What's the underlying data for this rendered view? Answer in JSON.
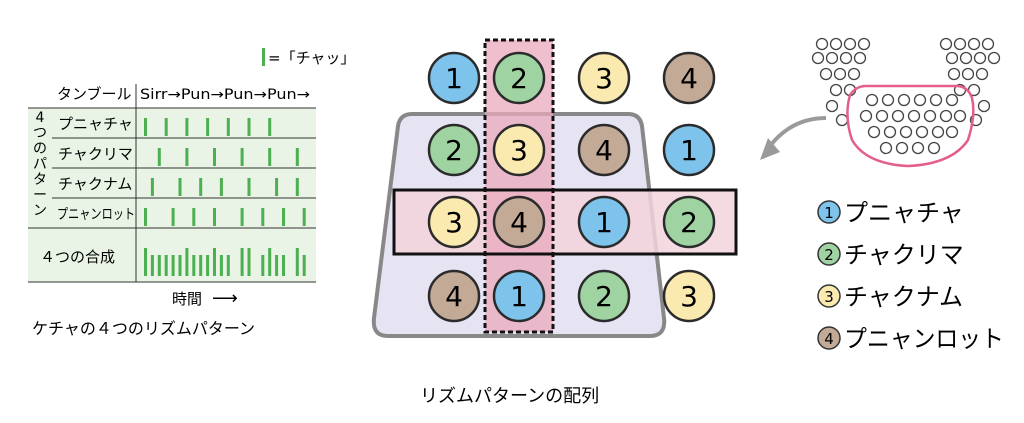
{
  "colors": {
    "blue": "#7ec3eb",
    "green": "#9fd3a2",
    "yellow": "#fbeab0",
    "brown": "#c3aa97",
    "beat": "#4caf50",
    "highlight_row": "#f2d3dc",
    "highlight_col": "#e9a9bc",
    "trapezoid": "#e6e3f3",
    "table_bg": "#e9f4e6",
    "pink_outline": "#e45e8e",
    "arrow": "#9a9a9a"
  },
  "left_panel": {
    "legend_eq": "=「チャッ」",
    "tambourine_label": "タンブール",
    "tambourine_seq": "Sirr→Pun→Pun→Pun→",
    "pattern_group_label": [
      "4",
      "つ",
      "の",
      "パ",
      "タ",
      "ー",
      "ン"
    ],
    "rows": [
      {
        "name": "プニャチャ",
        "beats": [
          0,
          3,
          6,
          9,
          12,
          15,
          18
        ]
      },
      {
        "name": "チャクリマ",
        "beats": [
          2,
          6,
          10,
          14,
          18,
          22
        ]
      },
      {
        "name": "チャクナム",
        "beats": [
          1,
          5,
          8,
          11,
          15,
          19,
          22
        ]
      },
      {
        "name": "プニャンロット",
        "beats": [
          0,
          4,
          7,
          10,
          14,
          17,
          20,
          23
        ]
      }
    ],
    "composite_label": "４つの合成",
    "time_label": "時間",
    "time_arrow": "⟶",
    "caption": "ケチャの４つのリズムパターン"
  },
  "center_panel": {
    "caption": "リズムパターンの配列",
    "circles": [
      {
        "n": "1",
        "color": "blue"
      },
      {
        "n": "2",
        "color": "green"
      },
      {
        "n": "3",
        "color": "yellow"
      },
      {
        "n": "4",
        "color": "brown"
      },
      {
        "n": "2",
        "color": "green"
      },
      {
        "n": "3",
        "color": "yellow"
      },
      {
        "n": "4",
        "color": "brown"
      },
      {
        "n": "1",
        "color": "blue"
      },
      {
        "n": "3",
        "color": "yellow"
      },
      {
        "n": "4",
        "color": "brown"
      },
      {
        "n": "1",
        "color": "blue"
      },
      {
        "n": "2",
        "color": "green"
      },
      {
        "n": "4",
        "color": "brown"
      },
      {
        "n": "1",
        "color": "blue"
      },
      {
        "n": "2",
        "color": "green"
      },
      {
        "n": "3",
        "color": "yellow"
      }
    ]
  },
  "right_panel": {
    "legend": [
      {
        "n": "1",
        "label": "プニャチャ",
        "color": "blue"
      },
      {
        "n": "2",
        "label": "チャクリマ",
        "color": "green"
      },
      {
        "n": "3",
        "label": "チャクナム",
        "color": "yellow"
      },
      {
        "n": "4",
        "label": "プニャンロット",
        "color": "brown"
      }
    ]
  }
}
